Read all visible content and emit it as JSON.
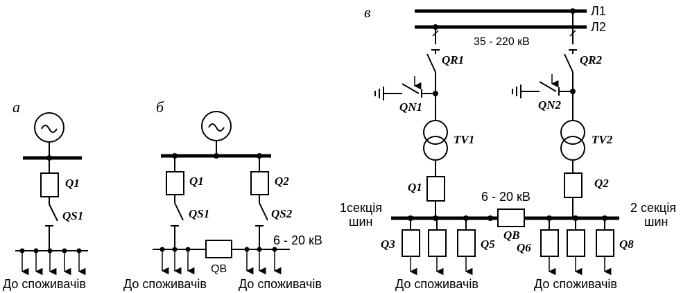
{
  "panels": {
    "a": {
      "letter": "а",
      "q1": "Q1",
      "qs1": "QS1",
      "consumers": "До споживачів"
    },
    "b": {
      "letter": "б",
      "q1": "Q1",
      "q2": "Q2",
      "qs1": "QS1",
      "qs2": "QS2",
      "qb": "QB",
      "voltage": "6 - 20 кВ",
      "consumers_left": "До споживачів",
      "consumers_right": "До споживачів"
    },
    "c": {
      "letter": "в",
      "line1": "Л1",
      "line2": "Л2",
      "hv_voltage": "35 - 220 кВ",
      "qr1": "QR1",
      "qr2": "QR2",
      "qn1": "QN1",
      "qn2": "QN2",
      "tv1": "TV1",
      "tv2": "TV2",
      "q1": "Q1",
      "q2": "Q2",
      "q3": "Q3",
      "q5": "Q5",
      "q6": "Q6",
      "q8": "Q8",
      "qb": "QB",
      "lv_voltage": "6 - 20 кВ",
      "section1_line1": "1секція",
      "section1_line2": "шин",
      "section2_line1": "2 секція",
      "section2_line2": "шин",
      "consumers_left": "До споживачів",
      "consumers_right": "До споживачів"
    }
  }
}
